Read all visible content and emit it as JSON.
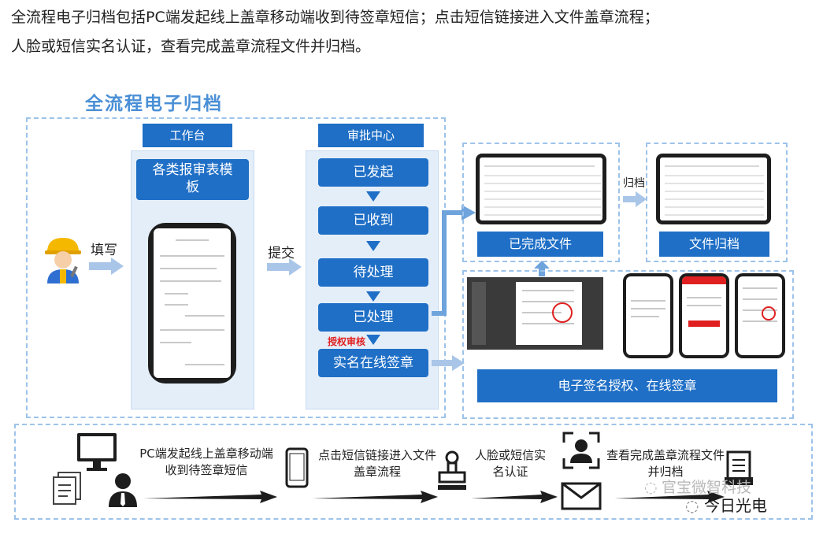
{
  "intro": {
    "line1": "全流程电子归档包括PC端发起线上盖章移动端收到待签章短信；点击短信链接进入文件盖章流程；",
    "line2": "人脸或短信实名认证，查看完成盖章流程文件并归档。"
  },
  "diagram": {
    "title": "全流程电子归档",
    "workbench": {
      "header": "工作台",
      "template_title": "各类报审表模板"
    },
    "approval": {
      "header": "审批中心",
      "steps": [
        "已发起",
        "已收到",
        "待处理",
        "已处理"
      ],
      "auth_label": "授权审核",
      "sign_step": "实名在线签章"
    },
    "labels": {
      "fill": "填写",
      "submit": "提交",
      "archive": "归档"
    },
    "outputs": {
      "completed": "已完成文件",
      "archived": "文件归档",
      "esign": "电子签名授权、在线签章"
    }
  },
  "flow": {
    "step1": "PC端发起线上盖章移动端收到待签章短信",
    "step2": "点击短信链接进入文件盖章流程",
    "step3": "人脸或短信实名认证",
    "step4": "查看完成盖章流程文件并归档"
  },
  "watermarks": {
    "company": "官宝微智科技",
    "channel": "今日光电"
  },
  "colors": {
    "primary": "#1f6fc6",
    "title": "#4a8fd6",
    "panel": "#e4eef9",
    "dash": "#9dc3ea",
    "arrow": "#a9c6e8",
    "alert": "#e02020"
  }
}
